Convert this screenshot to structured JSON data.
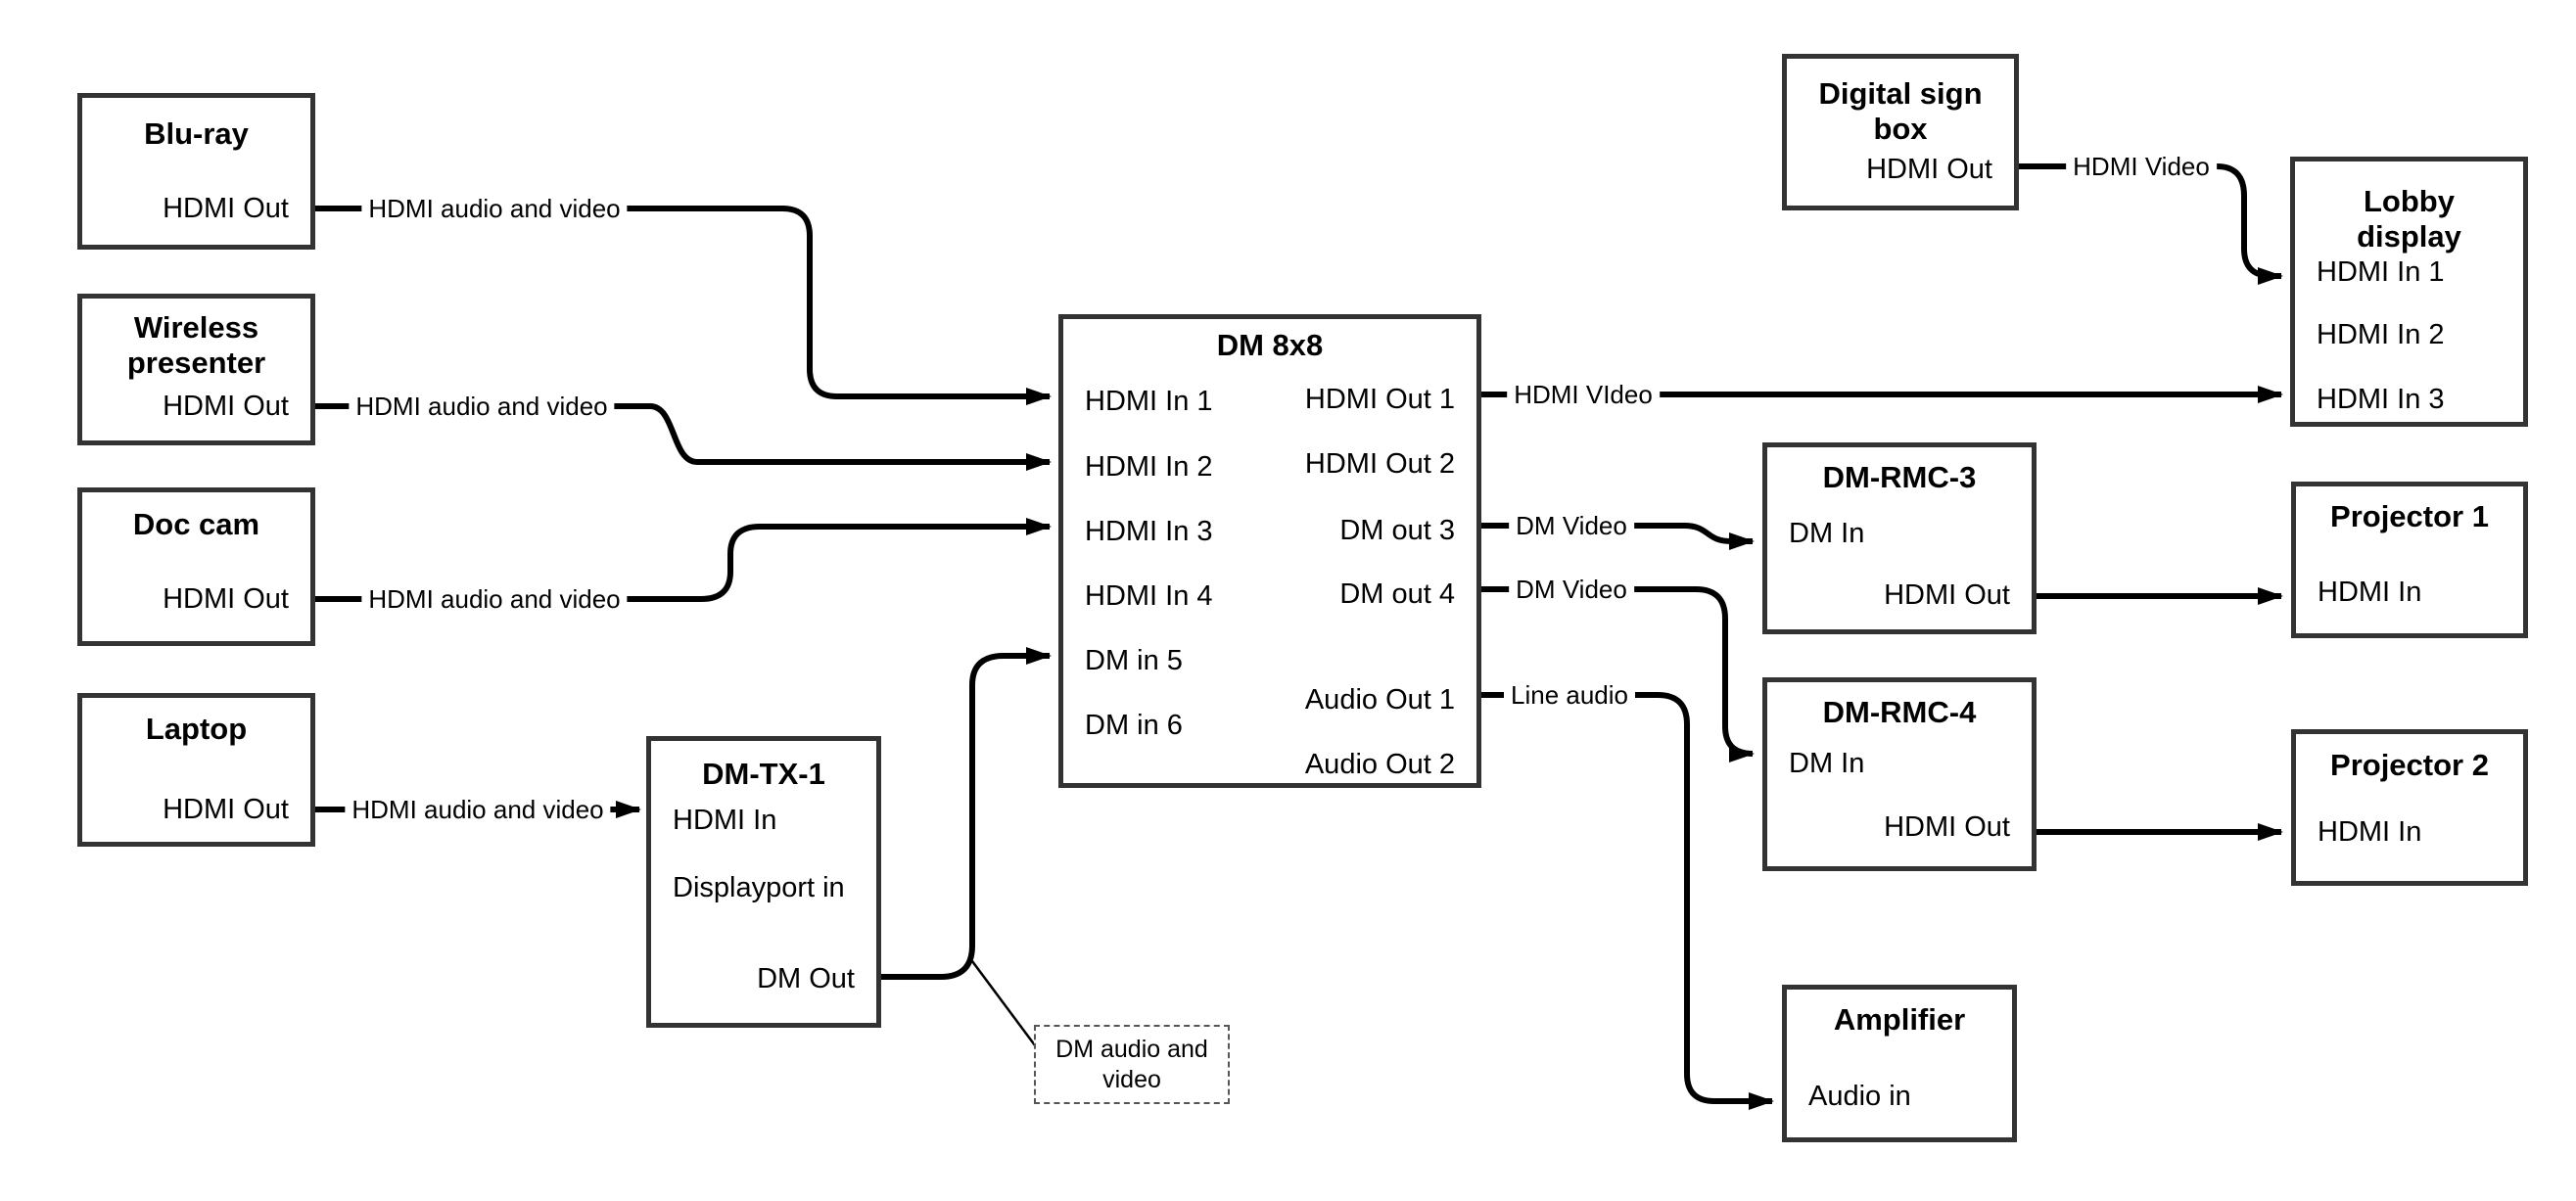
{
  "diagram": {
    "nodes": {
      "bluray": {
        "title": "Blu-ray",
        "port_out": "HDMI Out"
      },
      "wireless": {
        "title": "Wireless presenter",
        "port_out": "HDMI Out"
      },
      "doccam": {
        "title": "Doc cam",
        "port_out": "HDMI Out"
      },
      "laptop": {
        "title": "Laptop",
        "port_out": "HDMI Out"
      },
      "dmtx1": {
        "title": "DM-TX-1",
        "port_hdmi_in": "HDMI In",
        "port_dp_in": "Displayport in",
        "port_dm_out": "DM Out"
      },
      "dm8x8": {
        "title": "DM 8x8",
        "in1": "HDMI In 1",
        "in2": "HDMI In 2",
        "in3": "HDMI In 3",
        "in4": "HDMI In 4",
        "in5": "DM in 5",
        "in6": "DM in 6",
        "out1": "HDMI Out 1",
        "out2": "HDMI Out 2",
        "out3": "DM out 3",
        "out4": "DM out 4",
        "aout1": "Audio Out 1",
        "aout2": "Audio Out 2"
      },
      "digisign": {
        "title": "Digital sign box",
        "port_out": "HDMI Out"
      },
      "lobby": {
        "title": "Lobby display",
        "in1": "HDMI In 1",
        "in2": "HDMI In 2",
        "in3": "HDMI In 3"
      },
      "dmrmc3": {
        "title": "DM-RMC-3",
        "port_in": "DM In",
        "port_out": "HDMI Out"
      },
      "dmrmc4": {
        "title": "DM-RMC-4",
        "port_in": "DM In",
        "port_out": "HDMI Out"
      },
      "proj1": {
        "title": "Projector 1",
        "port_in": "HDMI In"
      },
      "proj2": {
        "title": "Projector 2",
        "port_in": "HDMI In"
      },
      "amp": {
        "title": "Amplifier",
        "port_in": "Audio in"
      }
    },
    "edge_labels": {
      "bluray_dm": "HDMI audio and video",
      "wireless_dm": "HDMI audio and video",
      "doccam_dm": "HDMI audio and video",
      "laptop_tx": "HDMI audio and video",
      "out1_lobby": "HDMI VIdeo",
      "digisign_lobby": "HDMI Video",
      "out3_rmc3": "DM Video",
      "out4_rmc4": "DM Video",
      "aout1_amp": "Line audio"
    },
    "note": "DM audio and video",
    "colors": {
      "wire": "#000000",
      "box_border": "#333333",
      "background": "#ffffff"
    }
  }
}
